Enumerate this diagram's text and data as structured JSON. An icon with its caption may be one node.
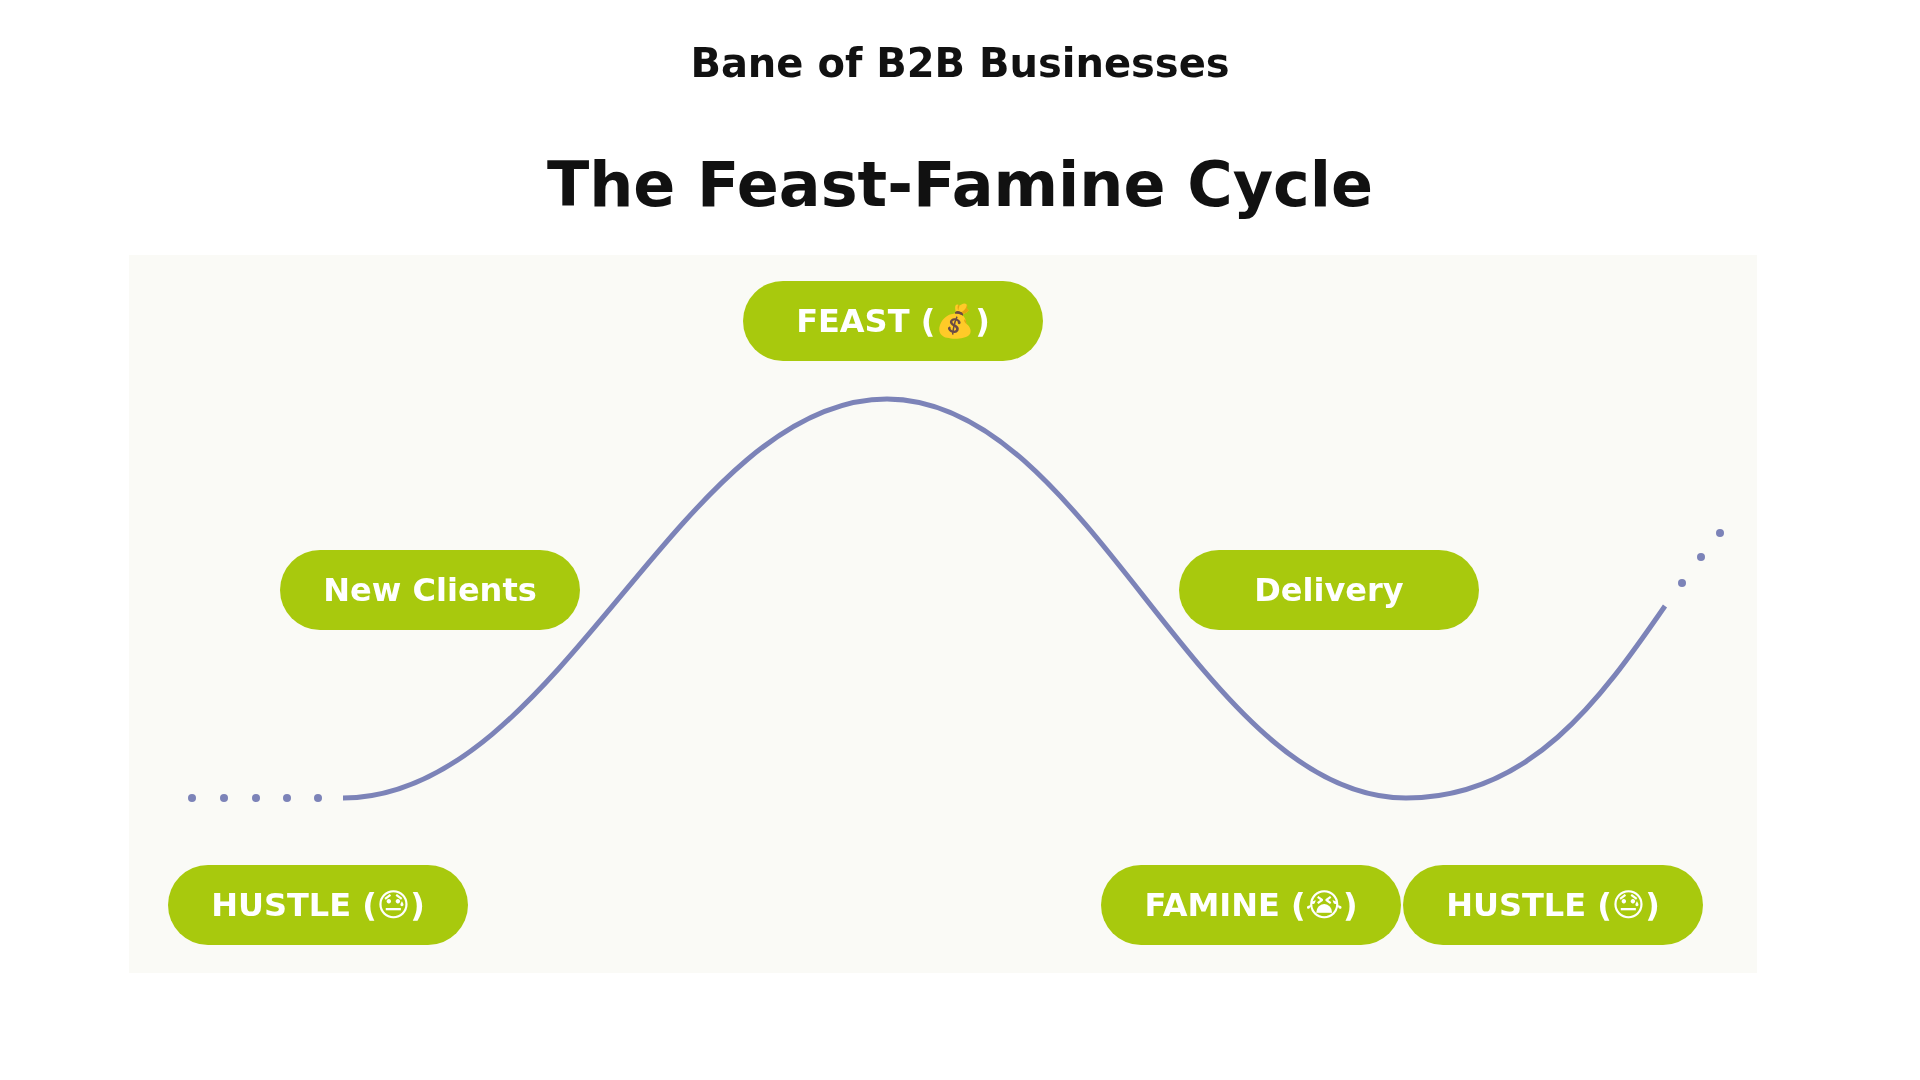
{
  "diagram": {
    "title": "The Feast-Famine Cycle",
    "nodes": [
      {
        "text": [
          "FEAST (💰)"
        ]
      },
      {
        "text": [
          "New Clients"
        ]
      },
      {
        "text": [
          "Delivery"
        ]
      },
      {
        "text": [
          "HUSTLE (😓)"
        ]
      },
      {
        "text": [
          "FAMINE (😭)"
        ]
      },
      {
        "text": [
          "HUSTLE (😓)"
        ]
      }
    ],
    "edges": [],
    "labels": [
      "Bane of B2B Businesses"
    ]
  }
}
